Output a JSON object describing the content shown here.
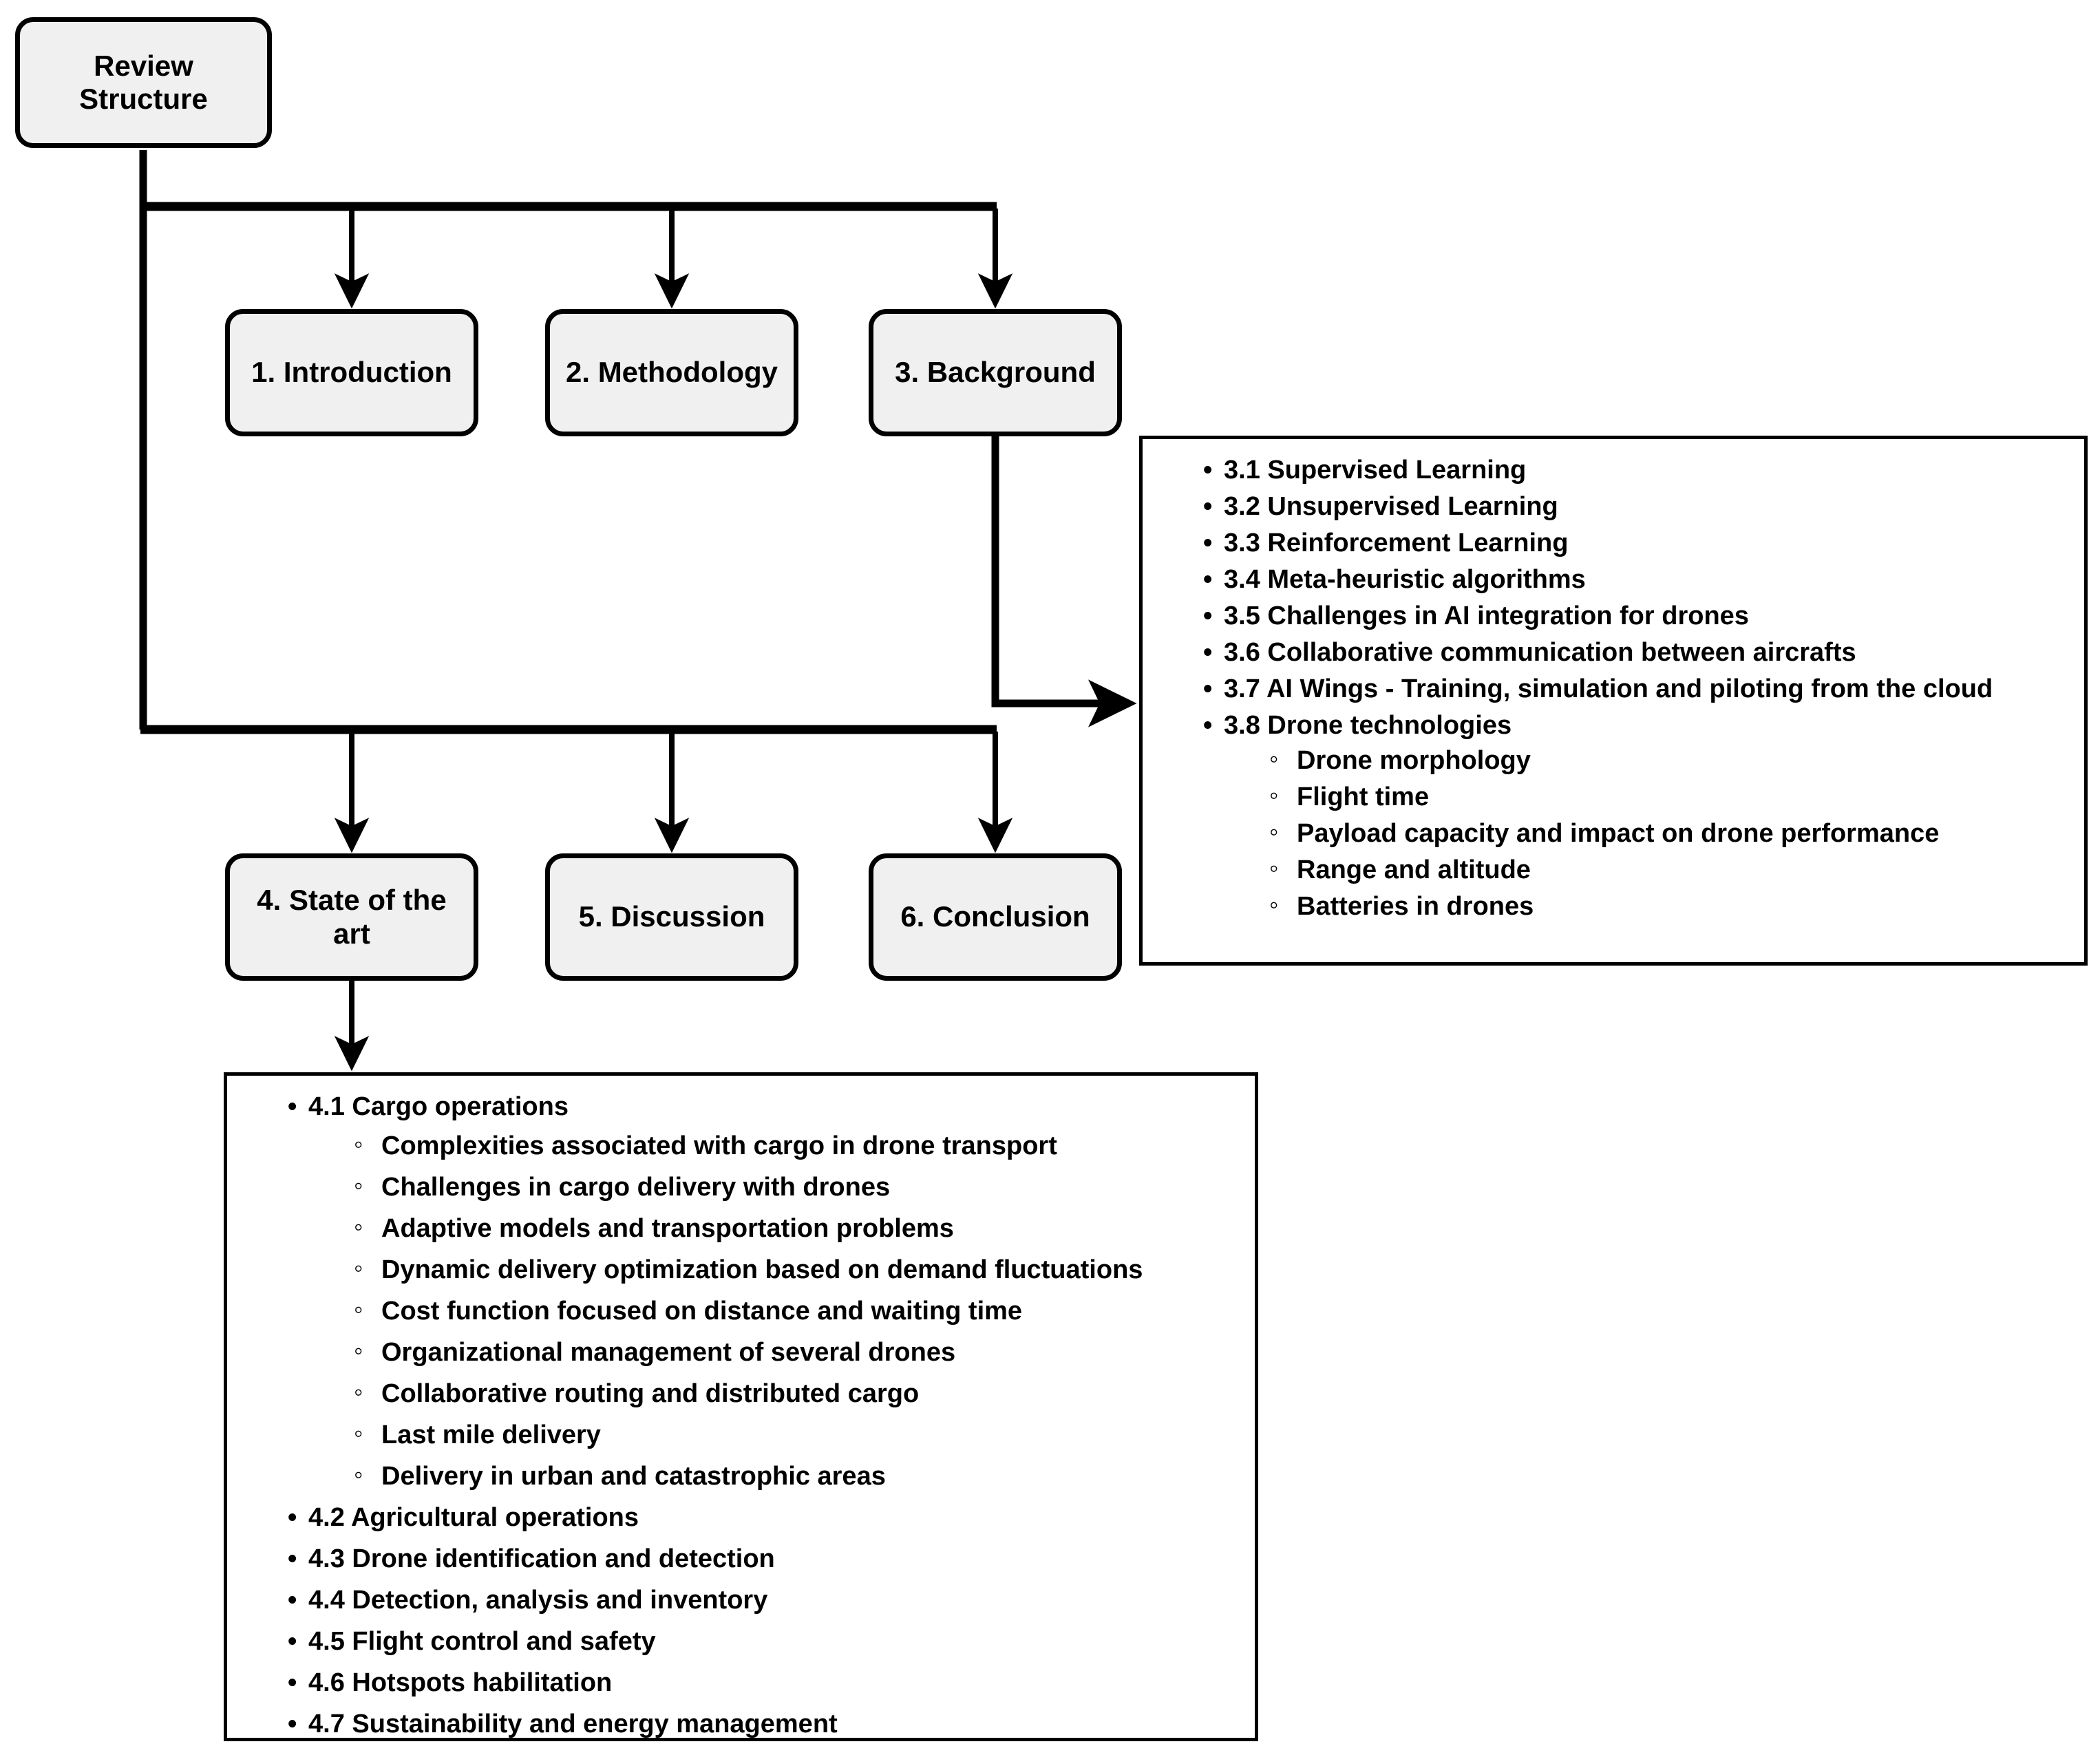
{
  "diagram": {
    "title": "Review Structure",
    "root": {
      "label": "Review Structure"
    },
    "sections": [
      {
        "id": "s1",
        "label": "1. Introduction"
      },
      {
        "id": "s2",
        "label": "2. Methodology"
      },
      {
        "id": "s3",
        "label": "3. Background"
      },
      {
        "id": "s4",
        "label": "4. State of the art"
      },
      {
        "id": "s5",
        "label": "5. Discussion"
      },
      {
        "id": "s6",
        "label": "6. Conclusion"
      }
    ],
    "background_panel": {
      "items": [
        {
          "label": "3.1 Supervised Learning"
        },
        {
          "label": "3.2 Unsupervised Learning"
        },
        {
          "label": "3.3 Reinforcement Learning"
        },
        {
          "label": "3.4 Meta-heuristic algorithms"
        },
        {
          "label": "3.5 Challenges in AI integration for drones"
        },
        {
          "label": "3.6 Collaborative communication between aircrafts"
        },
        {
          "label": "3.7 AI Wings - Training, simulation and piloting from the cloud"
        },
        {
          "label": "3.8 Drone technologies",
          "children": [
            "Drone morphology",
            "Flight time",
            "Payload capacity and impact on drone performance",
            "Range and altitude",
            "Batteries in drones"
          ]
        }
      ]
    },
    "state_of_the_art_panel": {
      "items": [
        {
          "label": "4.1 Cargo operations",
          "children": [
            "Complexities associated with cargo in drone transport",
            "Challenges in cargo delivery with drones",
            "Adaptive models and transportation problems",
            "Dynamic delivery optimization based on demand fluctuations",
            "Cost function focused on distance and waiting time",
            "Organizational management of several drones",
            "Collaborative routing and distributed cargo",
            "Last mile delivery",
            "Delivery in urban and catastrophic areas"
          ]
        },
        {
          "label": "4.2 Agricultural operations"
        },
        {
          "label": "4.3 Drone identification and detection"
        },
        {
          "label": "4.4 Detection, analysis and inventory"
        },
        {
          "label": "4.5 Flight control and safety"
        },
        {
          "label": "4.6 Hotspots habilitation"
        },
        {
          "label": "4.7 Sustainability and energy management"
        }
      ]
    },
    "colors": {
      "node_fill": "#f0f0f0",
      "stroke": "#000000",
      "panel_fill": "#ffffff",
      "text": "#000000"
    }
  }
}
